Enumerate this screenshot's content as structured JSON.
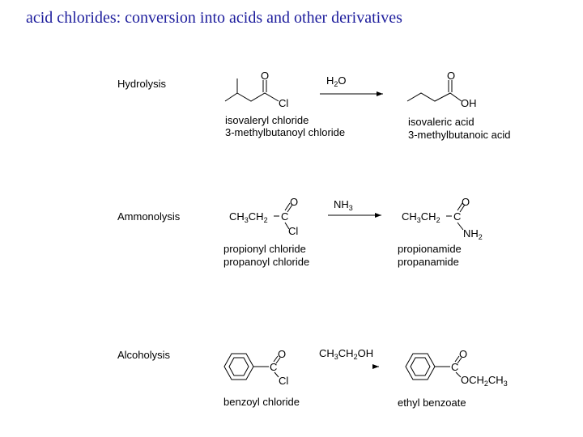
{
  "title": "acid chlorides:  conversion into acids and other derivatives",
  "reactions": [
    {
      "name": "Hydrolysis",
      "reagent": [
        "H",
        "2",
        "O"
      ],
      "reactant_names": [
        "isovaleryl chloride",
        "3-methylbutanoyl chloride"
      ],
      "product_names": [
        "isovaleric acid",
        "3-methylbutanoic acid"
      ]
    },
    {
      "name": "Ammonolysis",
      "reagent": [
        "NH",
        "3"
      ],
      "reactant_names": [
        "propionyl chloride",
        "propanoyl chloride"
      ],
      "product_names": [
        "propionamide",
        "propanamide"
      ]
    },
    {
      "name": "Alcoholysis",
      "reagent": [
        "CH",
        "3",
        "CH",
        "2",
        "OH"
      ],
      "reactant_names": [
        "benzoyl chloride"
      ],
      "product_names": [
        "ethyl benzoate"
      ]
    }
  ],
  "atoms": {
    "O": "O",
    "Cl": "Cl",
    "OH": "OH",
    "C": "C",
    "ethyl": [
      "CH",
      "3",
      "CH",
      "2"
    ],
    "nh2": [
      "NH",
      "2"
    ],
    "ester_oet": [
      "OCH",
      "2",
      "CH",
      "3"
    ]
  },
  "colors": {
    "title": "#1c1c9c",
    "structures": "#000000"
  }
}
